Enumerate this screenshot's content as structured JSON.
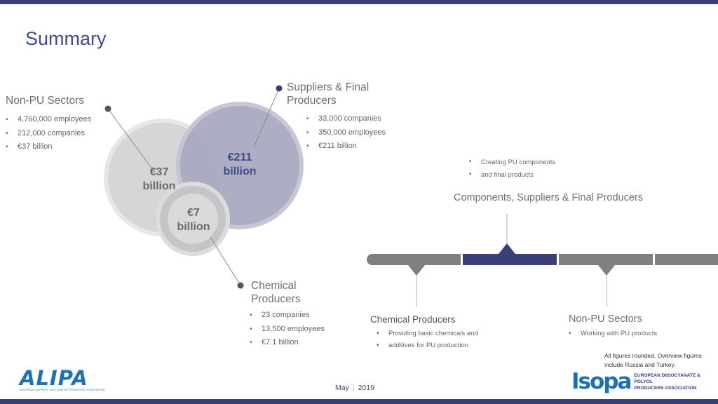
{
  "title": "Summary",
  "non_pu": {
    "heading": "Non-PU Sectors",
    "bullets": [
      "4,760,000 employees",
      "212,000 companies",
      "€37 billion"
    ]
  },
  "suppliers": {
    "heading_line1": "Suppliers & Final",
    "heading_line2": "Producers",
    "bullets": [
      "33,000 companies",
      "350,000 employees",
      "€211 billion"
    ]
  },
  "chemical": {
    "heading_line1": "Chemical",
    "heading_line2": "Producers",
    "bullets": [
      "23 companies",
      "13,500 employees",
      "€7.1 billion"
    ]
  },
  "circles": {
    "c37_line1": "€37",
    "c37_line2": "billion",
    "c211_line1": "€211",
    "c211_line2": "billion",
    "c7_line1": "€7",
    "c7_line2": "billion"
  },
  "chain": {
    "components_bullet_line1": "Creating PU components",
    "components_bullet_line2": "and final products",
    "components_heading": "Components, Suppliers & Final Producers",
    "chemical_heading": "Chemical Producers",
    "chemical_bullet_line1": "Providing basic chemicals and",
    "chemical_bullet_line2": "additives for PU production",
    "nonpu_heading": "Non-PU Sectors",
    "nonpu_bullet": "Working with PU products"
  },
  "note_line1": "All figures rounded. Overview figures",
  "note_line2": "include Russia and Turkey.",
  "footer": {
    "month": "May",
    "separator": "|",
    "year": "2019"
  },
  "logos": {
    "alipa": "ALIPA",
    "alipa_tagline": "EUROPEAN ALIPHATIC ISOCYANATES PRODUCERS ASSOCIATION",
    "isopa": "Isopa",
    "isopa_line1": "EUROPEAN DIISOCYANATE & POLYOL",
    "isopa_line2": "PRODUCERS  ASSOCIATION"
  },
  "colors": {
    "brand": "#3a3f7a",
    "title": "#3f4c8a",
    "timeline_grey": "#808080",
    "logo_blue": "#1d6fb8"
  }
}
